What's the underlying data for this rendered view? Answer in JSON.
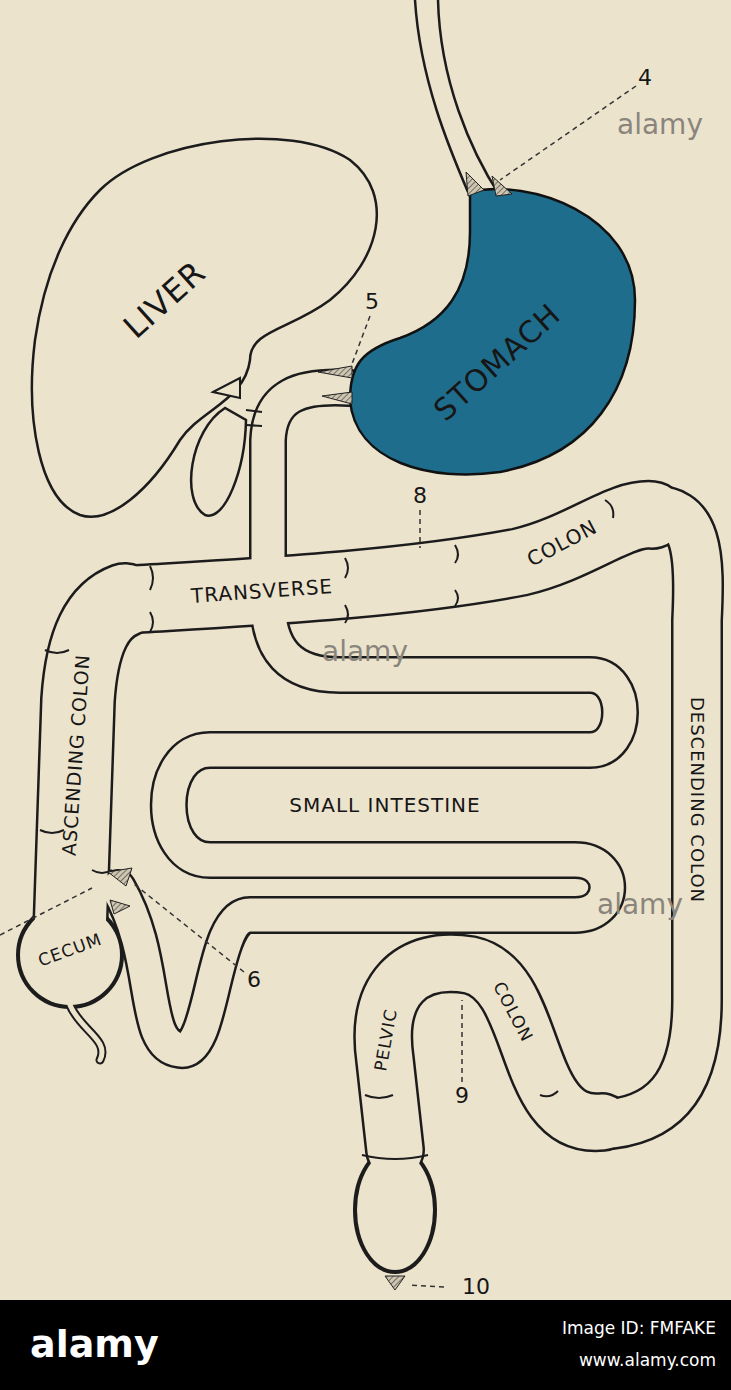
{
  "diagram": {
    "nodes": [
      {
        "text": [
          "LIVER"
        ]
      },
      {
        "text": [
          "STOMACH"
        ]
      },
      {
        "text": [
          "TRANSVERSE",
          "COLON"
        ]
      },
      {
        "text": [
          "ASCENDING COLON"
        ]
      },
      {
        "text": [
          "DESCENDING COLON"
        ]
      },
      {
        "text": [
          "SMALL INTESTINE"
        ]
      },
      {
        "text": [
          "CECUM"
        ]
      },
      {
        "text": [
          "PELVIC",
          "COLON"
        ]
      }
    ],
    "labels": [
      "4",
      "5",
      "8",
      "6",
      "9",
      "10",
      "alamy",
      "alamy",
      "alamy",
      "alamy",
      "Image ID: FMFAKE",
      "www.alamy.com"
    ]
  }
}
